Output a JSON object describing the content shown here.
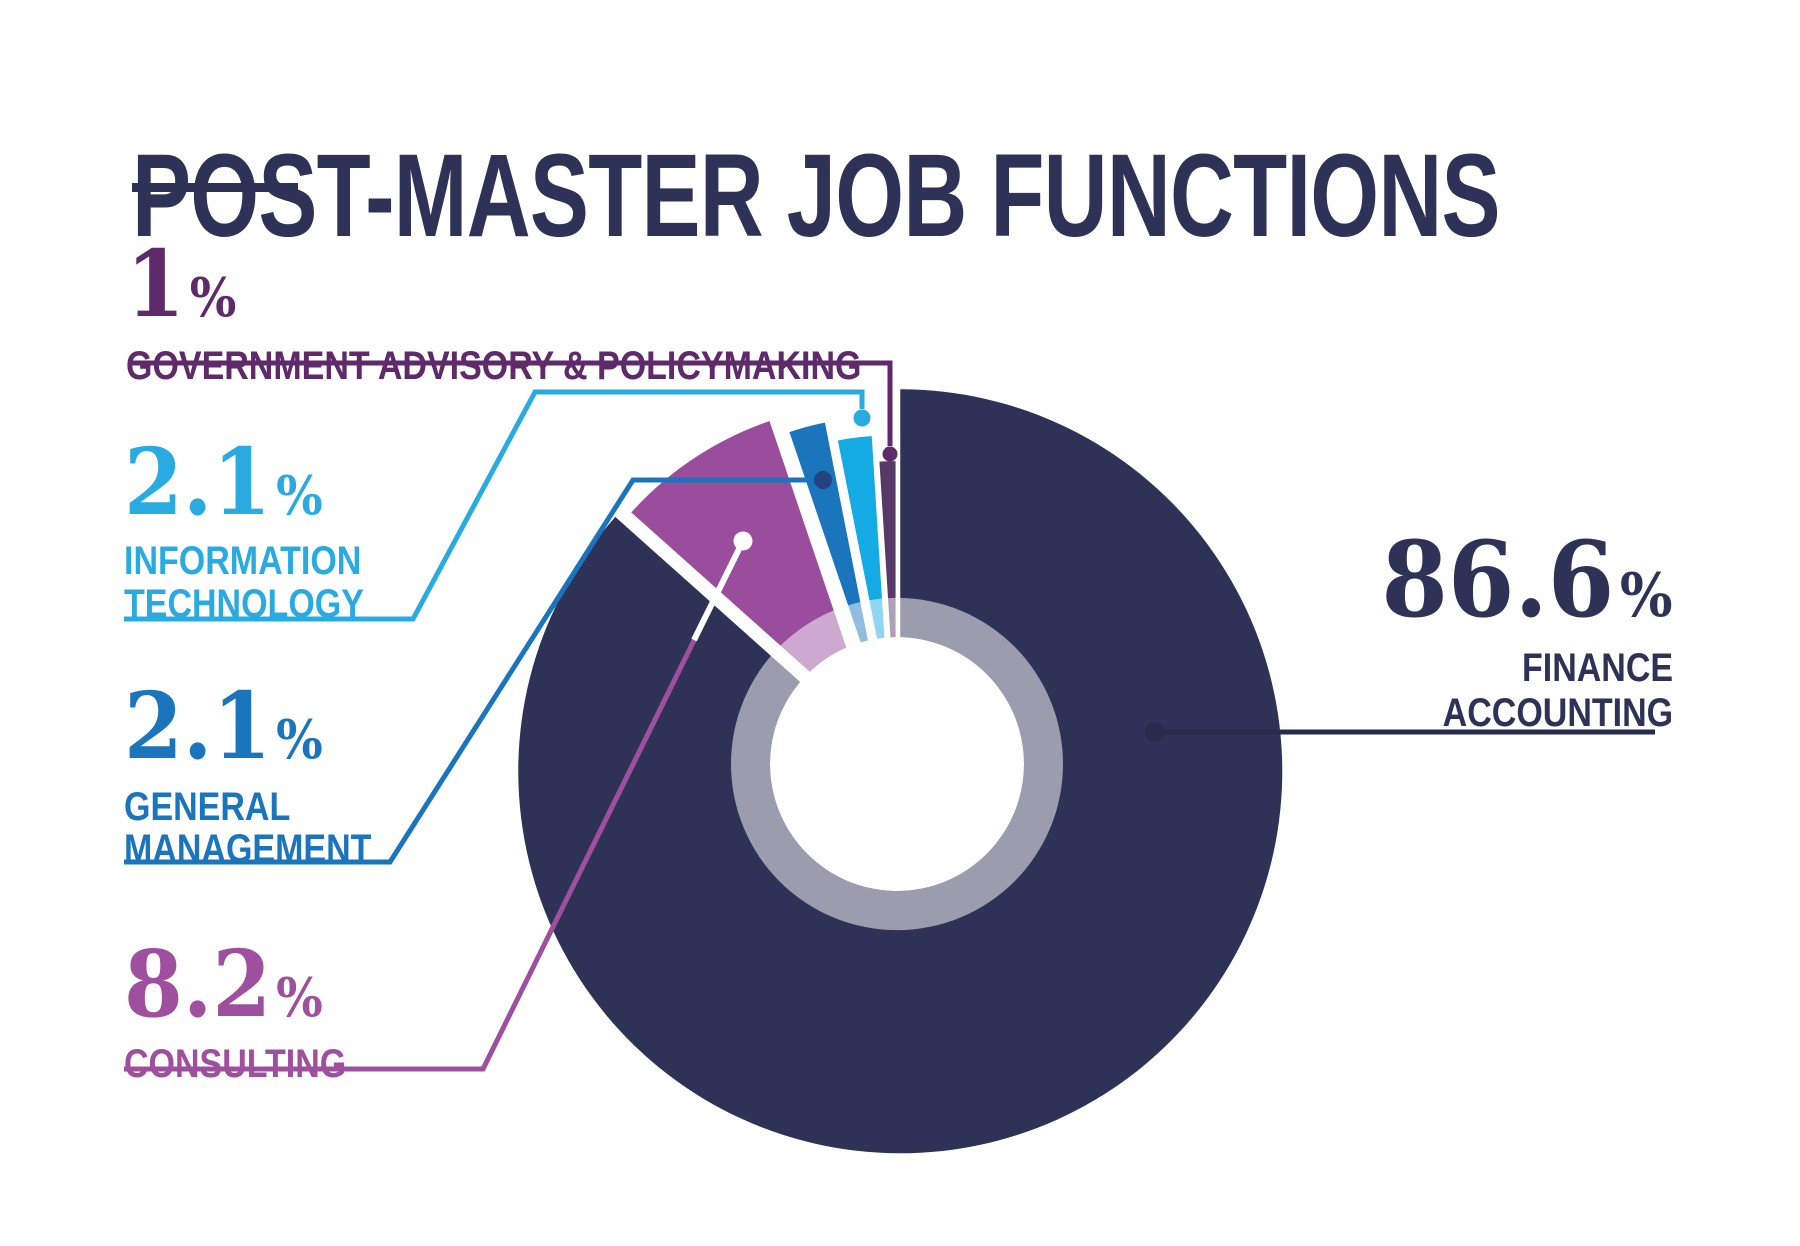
{
  "title": {
    "text": "POST-MASTER JOB FUNCTIONS"
  },
  "chart_data": {
    "type": "pie",
    "subtype": "exploded-donut",
    "title": "Post-Master Job Functions",
    "unit": "%",
    "categories": [
      "Finance Accounting",
      "Consulting",
      "General Management",
      "Information Technology",
      "Government Advisory & Policymaking"
    ],
    "values": [
      86.6,
      8.2,
      2.1,
      2.1,
      1
    ],
    "legend_position": "callout-labels",
    "grid": false,
    "colors": {
      "finance": "#2e3256",
      "consulting": "#9a4d9c",
      "general_management": "#1b75bc",
      "information_technology": "#14aae3",
      "government_advisory": "#573968",
      "gm_dot": "#25417f",
      "consulting_dot": "#ffffff",
      "finance_leader": "#272c4f",
      "gov_leader": "#5e2a69",
      "ring_overlay": "rgba(255,255,255,0.52)",
      "hole": "#ffffff"
    }
  },
  "callouts": [
    {
      "id": "gov",
      "value": "1",
      "unit": "%",
      "lines": [
        "GOVERNMENT ADVISORY & POLICYMAKING"
      ],
      "color": "#5e2a69"
    },
    {
      "id": "it",
      "value": "2.1",
      "unit": "%",
      "lines": [
        "INFORMATION",
        "TECHNOLOGY"
      ],
      "color": "#29abe2"
    },
    {
      "id": "gm",
      "value": "2.1",
      "unit": "%",
      "lines": [
        "GENERAL",
        "MANAGEMENT"
      ],
      "color": "#1b75bc"
    },
    {
      "id": "consulting",
      "value": "8.2",
      "unit": "%",
      "lines": [
        "CONSULTING"
      ],
      "color": "#9e4f9e"
    },
    {
      "id": "finance",
      "value": "86.6",
      "unit": "%",
      "lines": [
        "FINANCE",
        "ACCOUNTING"
      ],
      "color": "#2e3256"
    }
  ]
}
